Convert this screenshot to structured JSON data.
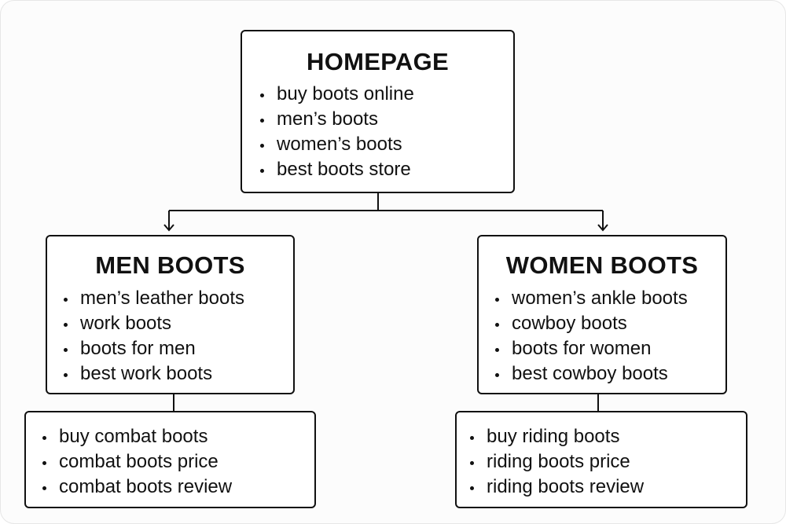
{
  "homepage": {
    "title": "HOMEPAGE",
    "keywords": [
      "buy boots online",
      "men’s boots",
      "women’s boots",
      "best boots store"
    ]
  },
  "men": {
    "title": "MEN BOOTS",
    "keywords": [
      "men’s leather boots",
      "work boots",
      "boots for men",
      "best work boots"
    ]
  },
  "women": {
    "title": "WOMEN BOOTS",
    "keywords": [
      "women’s ankle boots",
      "cowboy boots",
      "boots for women",
      "best cowboy boots"
    ]
  },
  "men_sub": {
    "keywords": [
      "buy combat boots",
      "combat boots price",
      "combat boots review"
    ]
  },
  "women_sub": {
    "keywords": [
      "buy riding boots",
      "riding boots price",
      "riding boots review"
    ]
  }
}
